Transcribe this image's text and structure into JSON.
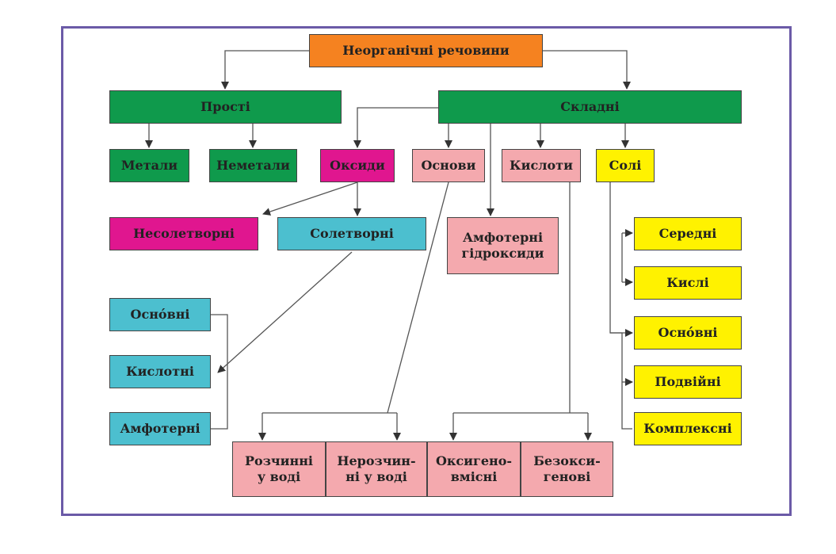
{
  "root": "Неорганічні речовини",
  "simple": {
    "label": "Прості",
    "children": [
      "Метали",
      "Неметали"
    ]
  },
  "complex": {
    "label": "Складні",
    "children": [
      "Оксиди",
      "Основи",
      "Кислоти",
      "Солі"
    ]
  },
  "oxides": {
    "non_salt": "Несолетворні",
    "salt": "Солетворні",
    "salt_children": [
      "Осно́вні",
      "Кислотні",
      "Амфотерні"
    ]
  },
  "amphoteric_hydroxides": [
    "Амфотерні",
    "гідроксиди"
  ],
  "bottom": [
    [
      "Розчинні",
      "у воді"
    ],
    [
      "Нерозчин-",
      "ні у воді"
    ],
    [
      "Оксигено-",
      "вмісні"
    ],
    [
      "Безокси-",
      "генові"
    ]
  ],
  "salts": [
    "Середні",
    "Кислі",
    "Осно́вні",
    "Подвійні",
    "Комплексні"
  ],
  "colors": {
    "root": "#f58220",
    "green": "#0f9a4c",
    "oxides": "#e0168f",
    "bases_acids": "#f4a9ae",
    "salt_oxides": "#4cbfcf",
    "salts": "#fff200",
    "frame": "#6b5aa7"
  }
}
